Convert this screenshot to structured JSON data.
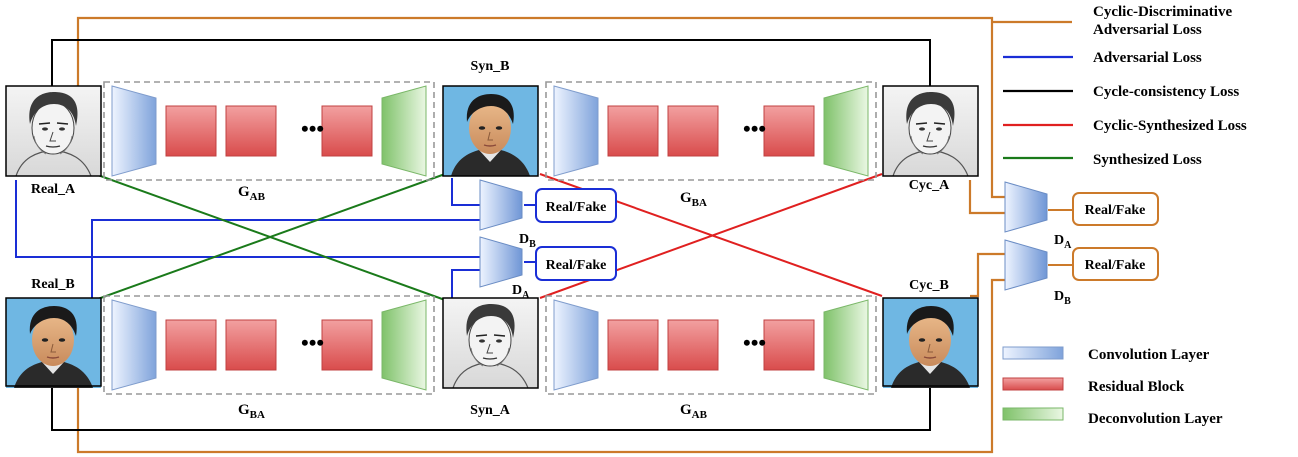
{
  "labels": {
    "real_a": "Real_A",
    "real_b": "Real_B",
    "syn_b": "Syn_B",
    "syn_a": "Syn_A",
    "cyc_a": "Cyc_A",
    "cyc_b": "Cyc_B",
    "g_ab_top": "G",
    "g_ab_top_sub": "AB",
    "g_ba_top": "G",
    "g_ba_top_sub": "BA",
    "g_ba_bottom": "G",
    "g_ba_bottom_sub": "BA",
    "g_ab_bottom": "G",
    "g_ab_bottom_sub": "AB",
    "d_b_mid": "D",
    "d_b_mid_sub": "B",
    "d_a_mid": "D",
    "d_a_mid_sub": "A",
    "d_a_right": "D",
    "d_a_right_sub": "A",
    "d_b_right": "D",
    "d_b_right_sub": "B",
    "real_fake": "Real/Fake",
    "dots": "•••"
  },
  "legend_losses": [
    {
      "label": "Cyclic-Discriminative",
      "label2": "Adversarial Loss",
      "color": "#cc7a2a"
    },
    {
      "label": "Adversarial Loss",
      "color": "#1a2ed6"
    },
    {
      "label": "Cycle-consistency Loss",
      "color": "#000000"
    },
    {
      "label": "Cyclic-Synthesized Loss",
      "color": "#e02020"
    },
    {
      "label": "Synthesized Loss",
      "color": "#1a7a1a"
    }
  ],
  "legend_blocks": [
    {
      "label": "Convolution Layer",
      "color": "#9fb9e6"
    },
    {
      "label": "Residual Block",
      "color": "#e06b6b"
    },
    {
      "label": "Deconvolution Layer",
      "color": "#9fd28a"
    }
  ],
  "colors": {
    "orange": "#cc7a2a",
    "blue": "#1a2ed6",
    "black": "#000000",
    "red": "#e02020",
    "green": "#1a7a1a"
  },
  "images": {
    "real_a": "sketch-face",
    "syn_b": "photo-face",
    "cyc_a": "sketch-face",
    "real_b": "photo-face",
    "syn_a": "sketch-face",
    "cyc_b": "photo-face"
  }
}
